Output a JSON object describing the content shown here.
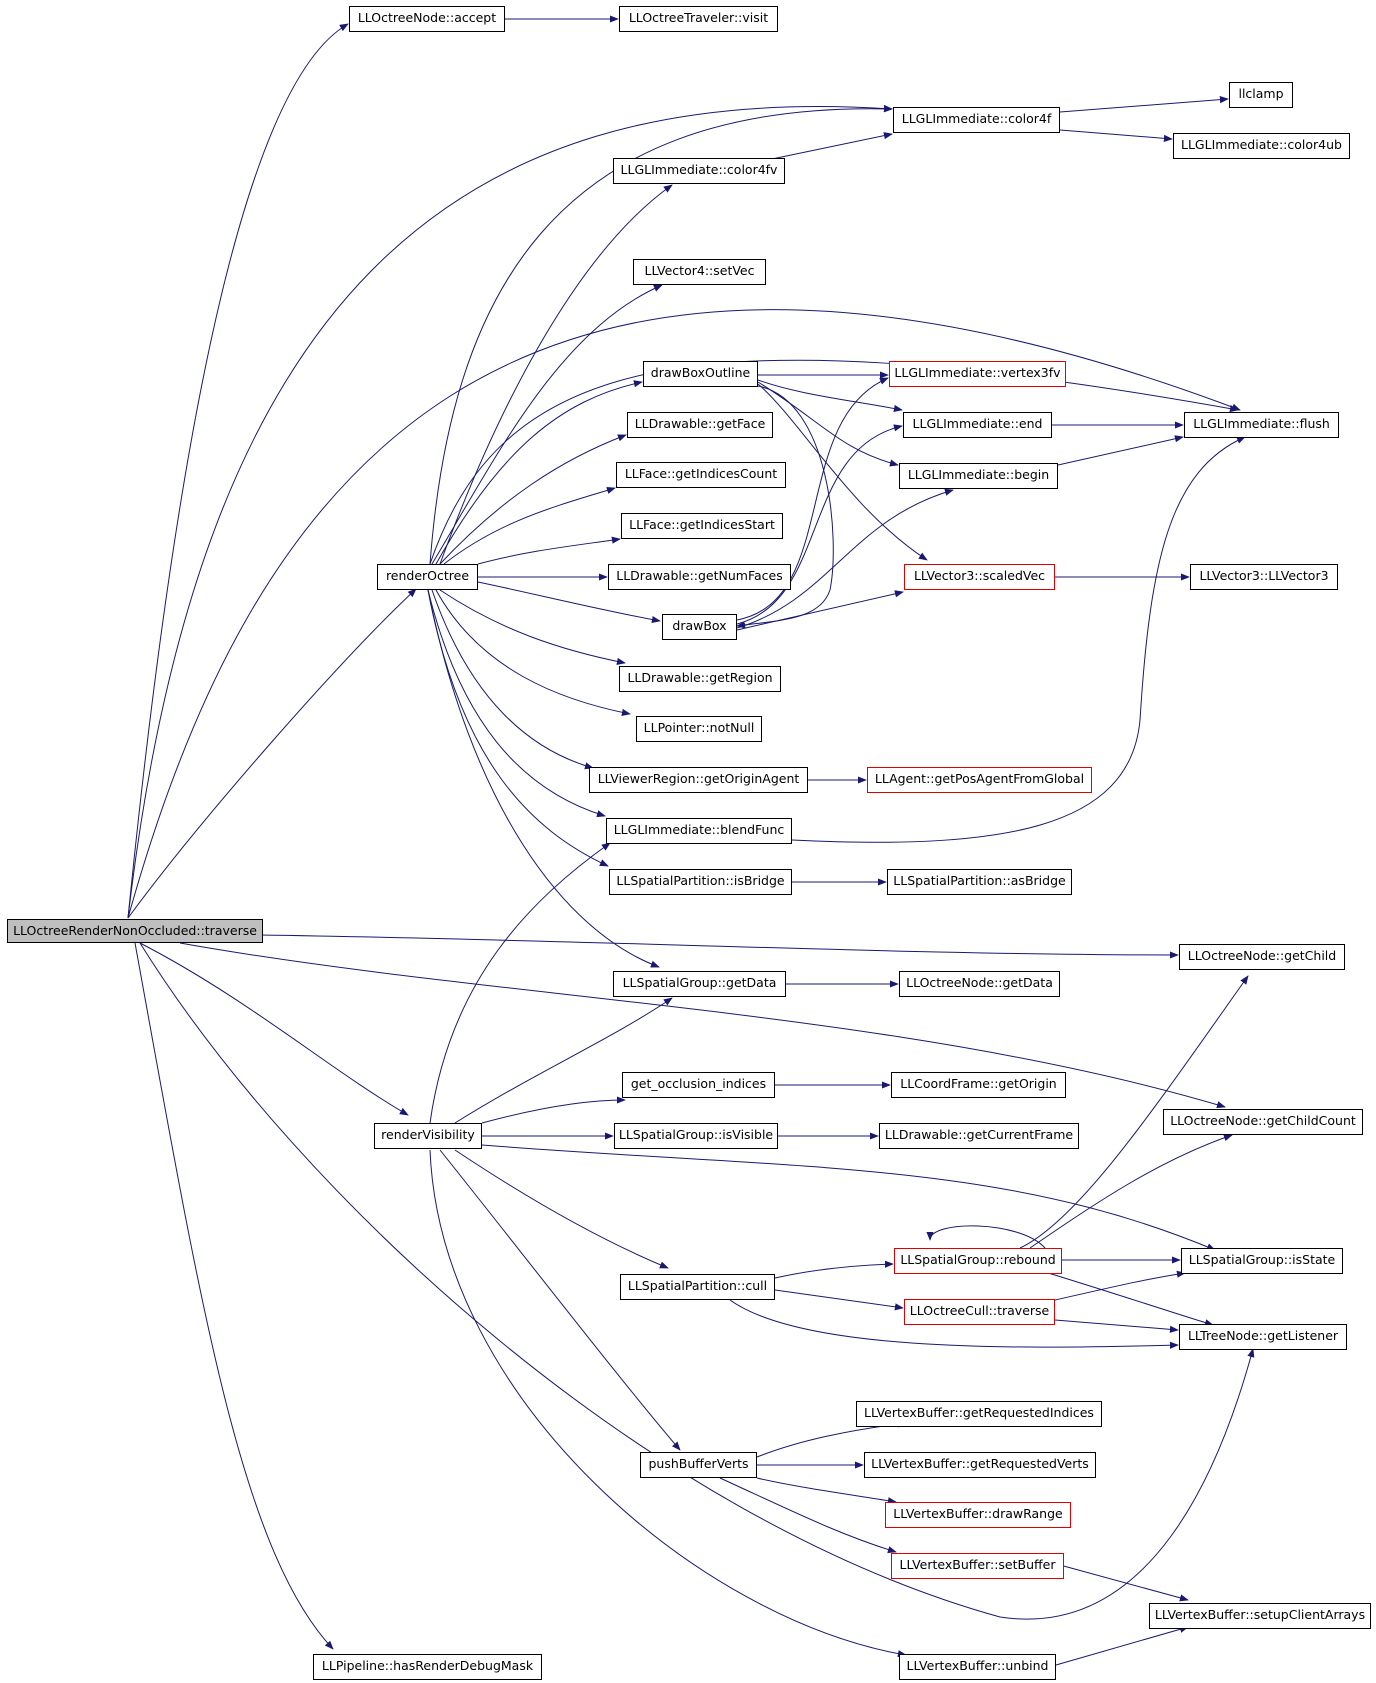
{
  "colors": {
    "edge": "#191970",
    "node_border": "#000000",
    "highlight_border": "#e00000",
    "root_fill": "#bfbfbf"
  },
  "nodes": {
    "root": "LLOctreeRenderNonOccluded::traverse",
    "accept": "LLOctreeNode::accept",
    "visit": "LLOctreeTraveler::visit",
    "color4f": "LLGLImmediate::color4f",
    "llclamp": "llclamp",
    "color4ub": "LLGLImmediate::color4ub",
    "color4fv": "LLGLImmediate::color4fv",
    "setVec": "LLVector4::setVec",
    "drawBoxOutline": "drawBoxOutline",
    "vertex3fv": "LLGLImmediate::vertex3fv",
    "glend": "LLGLImmediate::end",
    "flush": "LLGLImmediate::flush",
    "getFace": "LLDrawable::getFace",
    "getIndicesCount": "LLFace::getIndicesCount",
    "glbegin": "LLGLImmediate::begin",
    "getIndicesStart": "LLFace::getIndicesStart",
    "renderOctree": "renderOctree",
    "getNumFaces": "LLDrawable::getNumFaces",
    "scaledVec": "LLVector3::scaledVec",
    "vec3ctor": "LLVector3::LLVector3",
    "drawBox": "drawBox",
    "getRegion": "LLDrawable::getRegion",
    "notNull": "LLPointer::notNull",
    "getOriginAgent": "LLViewerRegion::getOriginAgent",
    "getPosAgent": "LLAgent::getPosAgentFromGlobal",
    "blendFunc": "LLGLImmediate::blendFunc",
    "isBridge": "LLSpatialPartition::isBridge",
    "asBridge": "LLSpatialPartition::asBridge",
    "getChild": "LLOctreeNode::getChild",
    "sgGetData": "LLSpatialGroup::getData",
    "onGetData": "LLOctreeNode::getData",
    "occlusion": "get_occlusion_indices",
    "getOrigin": "LLCoordFrame::getOrigin",
    "getChildCount": "LLOctreeNode::getChildCount",
    "renderVisibility": "renderVisibility",
    "isVisible": "LLSpatialGroup::isVisible",
    "getCurrentFrame": "LLDrawable::getCurrentFrame",
    "rebound": "LLSpatialGroup::rebound",
    "isState": "LLSpatialGroup::isState",
    "cull": "LLSpatialPartition::cull",
    "ocTraverse": "LLOctreeCull::traverse",
    "getListener": "LLTreeNode::getListener",
    "reqIndices": "LLVertexBuffer::getRequestedIndices",
    "pushBufferVerts": "pushBufferVerts",
    "reqVerts": "LLVertexBuffer::getRequestedVerts",
    "drawRange": "LLVertexBuffer::drawRange",
    "setBuffer": "LLVertexBuffer::setBuffer",
    "setupClientArrays": "LLVertexBuffer::setupClientArrays",
    "hasRenderDebugMask": "LLPipeline::hasRenderDebugMask",
    "unbind": "LLVertexBuffer::unbind"
  }
}
